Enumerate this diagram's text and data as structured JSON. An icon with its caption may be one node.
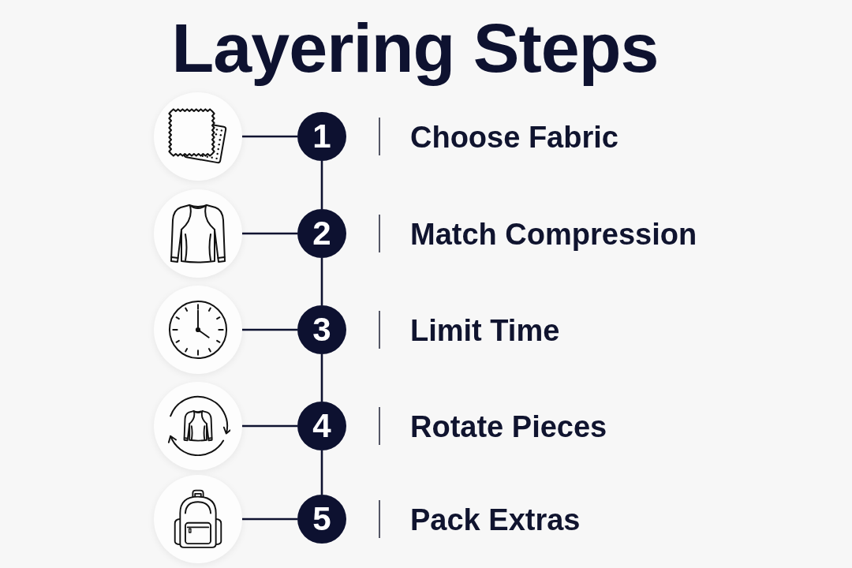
{
  "diagram": {
    "title": "Layering Steps",
    "nodes": [
      {
        "text": [],
        "shape": "circle"
      },
      {
        "text": [
          "1"
        ],
        "beside": [
          "Choose Fabric"
        ]
      },
      {
        "text": [],
        "shape": "circle"
      },
      {
        "text": [
          "2"
        ],
        "beside": [
          "Match Compression"
        ]
      },
      {
        "text": [],
        "shape": "circle"
      },
      {
        "text": [
          "3"
        ],
        "beside": [
          "Limit Time"
        ]
      },
      {
        "text": [],
        "shape": "circle"
      },
      {
        "text": [
          "4"
        ],
        "beside": [
          "Rotate Pieces"
        ]
      },
      {
        "text": [],
        "shape": "circle"
      },
      {
        "text": [
          "5"
        ],
        "beside": [
          "Pack Extras"
        ]
      }
    ],
    "edges": [
      {
        "from": 0,
        "to": 1,
        "arrow": "none"
      },
      {
        "from": 2,
        "to": 3,
        "arrow": "none"
      },
      {
        "from": 4,
        "to": 5,
        "arrow": "none"
      },
      {
        "from": 6,
        "to": 7,
        "arrow": "none"
      },
      {
        "from": 8,
        "to": 9,
        "arrow": "none"
      },
      {
        "from": 1,
        "to": 3,
        "arrow": "none"
      },
      {
        "from": 3,
        "to": 5,
        "arrow": "none"
      },
      {
        "from": 5,
        "to": 7,
        "arrow": "none"
      },
      {
        "from": 7,
        "to": 9,
        "arrow": "none"
      }
    ]
  }
}
